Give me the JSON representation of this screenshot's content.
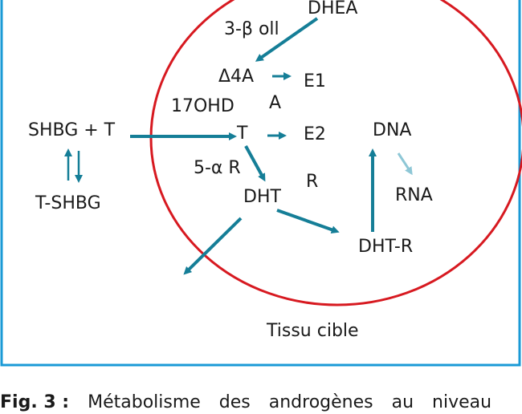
{
  "colors": {
    "frame": "#1a9ad6",
    "circle": "#d71920",
    "arrow": "#157e97",
    "arrow_light": "#8ec7d6",
    "text": "#1a1a1a"
  },
  "labels": {
    "dhea": "DHEA",
    "beta_oll": "3-β oll",
    "delta4a": "Δ4A",
    "e1": "E1",
    "hd17o": "17OHD",
    "a": "A",
    "shbg_t": "SHBG + T",
    "t": "T",
    "e2": "E2",
    "dna": "DNA",
    "alpha_r": "5-α R",
    "r": "R",
    "rna": "RNA",
    "dht": "DHT",
    "t_shbg": "T-SHBG",
    "dht_r": "DHT-R",
    "tissue": "Tissu cible"
  },
  "caption": {
    "fig": "Fig. 3 :",
    "text": "Métabolisme des androgènes au niveau"
  }
}
